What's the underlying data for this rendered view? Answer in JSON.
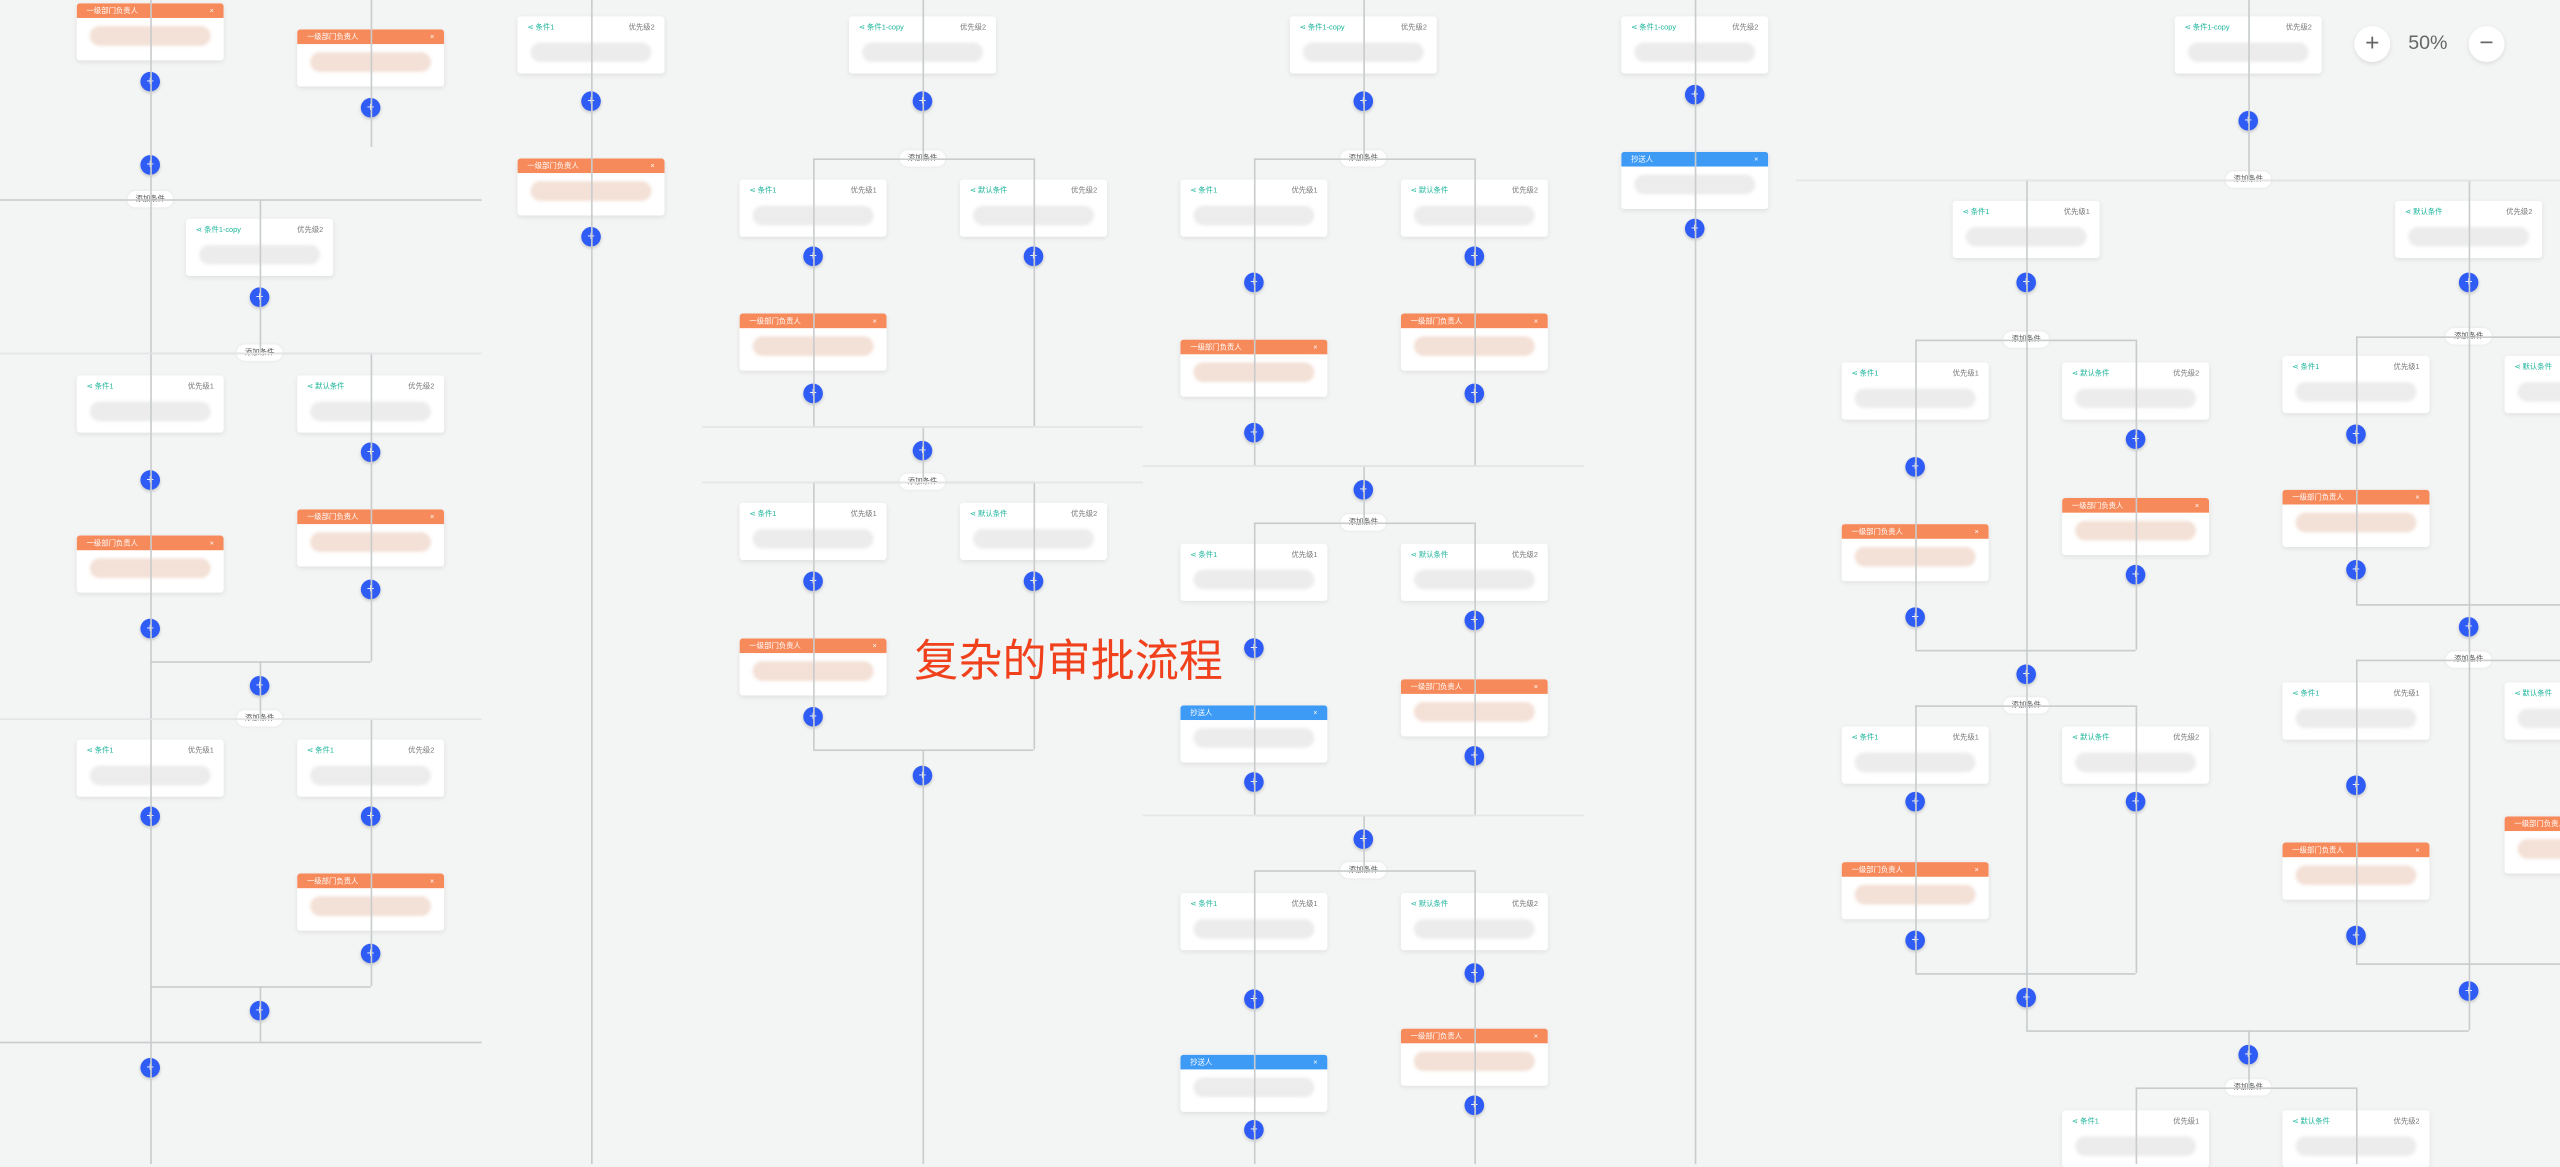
{
  "title": "复杂的审批流程",
  "zoom": {
    "plus_label": "+",
    "value": "50%",
    "minus_label": "−"
  },
  "labels": {
    "add_condition": "添加条件",
    "plus": "+",
    "condition_1": "条件1",
    "condition_default": "默认条件",
    "condition_copy": "条件1-copy",
    "priority_1": "优先级1",
    "priority_2": "优先级2",
    "approver": "一级部门负责人",
    "cc": "抄送人"
  },
  "colors": {
    "accent": "#2f5cf5",
    "approver": "#f78a5b",
    "cc": "#3d9bf5",
    "condition": "#1bb49a",
    "title": "#f0401c"
  }
}
